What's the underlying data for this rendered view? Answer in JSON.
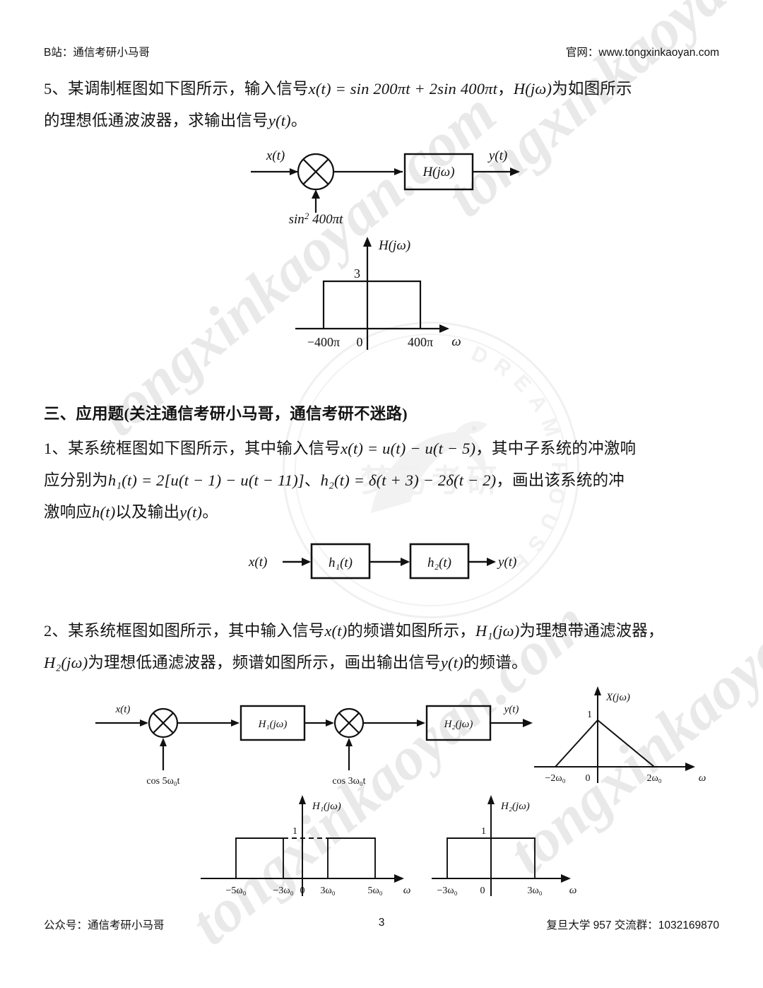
{
  "header": {
    "left": "B站：通信考研小马哥",
    "right": "官网：www.tongxinkaoyan.com"
  },
  "footer": {
    "left": "公众号：通信考研小马哥",
    "page": "3",
    "right": "复旦大学 957 交流群：1032169870"
  },
  "watermark": {
    "diagonal_text": "tongxinkaoyan.com",
    "seal_cn": "梦马考研",
    "seal_ring": "DREAM HOUSE"
  },
  "q5": {
    "line1_a": "5、某调制框图如下图所示，输入信号",
    "line1_math": "x(t) = sin 200πt + 2sin 400πt",
    "line1_b": "，",
    "line1_math2": "H(jω)",
    "line1_c": "为如图所示",
    "line2_a": "的理想低通波波器，求输出信号",
    "line2_math": "y(t)",
    "line2_b": "。",
    "diagram": {
      "input_label": "x(t)",
      "carrier_label": "sin² 400πt",
      "carrier_base": "sin",
      "carrier_exp": "2",
      "carrier_rest": " 400πt",
      "block_label": "H(jω)",
      "output_label": "y(t)"
    },
    "plot": {
      "title": "H(jω)",
      "ylabel_value": "3",
      "xtick_neg": "−400π",
      "xtick_zero": "0",
      "xtick_pos": "400π",
      "xaxis_label": "ω"
    }
  },
  "section3": {
    "title": "三、应用题(关注通信考研小马哥，通信考研不迷路)"
  },
  "q1": {
    "l1_a": "1、某系统框图如下图所示，其中输入信号",
    "l1_m": "x(t) = u(t) − u(t − 5)",
    "l1_b": "，其中子系统的冲激响",
    "l2_a": "应分别为",
    "l2_m1": "h₁(t) = 2[u(t − 1) − u(t − 11)]",
    "l2_b": "、",
    "l2_m2": "h₂(t) = δ(t + 3) − 2δ(t − 2)",
    "l2_c": "，画出该系统的冲",
    "l3_a": "激响应",
    "l3_m1": "h(t)",
    "l3_b": "以及输出",
    "l3_m2": "y(t)",
    "l3_c": "。",
    "diagram": {
      "input_label": "x(t)",
      "block1_label": "h₁(t)",
      "block2_label": "h₂(t)",
      "output_label": "y(t)"
    }
  },
  "q2": {
    "l1_a": "2、某系统框图如图所示，其中输入信号",
    "l1_m": "x(t)",
    "l1_b": "的频谱如图所示，",
    "l1_m2": "H₁(jω)",
    "l1_c": "为理想带通滤波器，",
    "l2_m1": "H₂(jω)",
    "l2_a": "为理想低通滤波器，频谱如图所示，画出输出信号",
    "l2_m2": "y(t)",
    "l2_b": "的频谱。",
    "diagram": {
      "input_label": "x(t)",
      "carrier1_label": "cos 5ω₀t",
      "block1_label": "H₁(jω)",
      "carrier2_label": "cos 3ω₀t",
      "block2_label": "H₂(jω)",
      "output_label": "y(t)"
    },
    "plot_x": {
      "title": "X(jω)",
      "peak_value": "1",
      "xtick_neg": "−2ω₀",
      "xtick_zero": "0",
      "xtick_pos": "2ω₀",
      "xaxis_label": "ω"
    },
    "plot_h1": {
      "title": "H₁(jω)",
      "amp_value": "1",
      "xtick_n5": "−5ω₀",
      "xtick_n3": "−3ω₀",
      "xtick_zero": "0",
      "xtick_p3": "3ω₀",
      "xtick_p5": "5ω₀",
      "xaxis_label": "ω"
    },
    "plot_h2": {
      "title": "H₂(jω)",
      "amp_value": "1",
      "xtick_neg": "−3ω₀",
      "xtick_zero": "0",
      "xtick_pos": "3ω₀",
      "xaxis_label": "ω"
    }
  },
  "chart_data": [
    {
      "type": "line",
      "title": "H(jω)",
      "xlabel": "ω",
      "ylabel": "H(jω)",
      "description": "Ideal lowpass filter, magnitude 3, passband −400π to 400π",
      "x": [
        -400,
        -400,
        400,
        400
      ],
      "y": [
        0,
        3,
        3,
        0
      ],
      "xticks": [
        -400,
        0,
        400
      ],
      "xticklabels": [
        "−400π",
        "0",
        "400π"
      ],
      "yticks": [
        3
      ],
      "yticklabels": [
        "3"
      ],
      "grid": false
    },
    {
      "type": "line",
      "title": "X(jω)",
      "xlabel": "ω",
      "ylabel": "X(jω)",
      "description": "Triangular spectrum, peak 1 at ω=0, base −2ω₀ to 2ω₀",
      "x": [
        -2,
        0,
        2
      ],
      "y": [
        0,
        1,
        0
      ],
      "xticks": [
        -2,
        0,
        2
      ],
      "xticklabels": [
        "−2ω₀",
        "0",
        "2ω₀"
      ],
      "yticks": [
        1
      ],
      "yticklabels": [
        "1"
      ],
      "grid": false
    },
    {
      "type": "line",
      "title": "H₁(jω)",
      "xlabel": "ω",
      "ylabel": "H₁(jω)",
      "description": "Ideal bandpass filter, magnitude 1, passbands −5ω₀ to −3ω₀ and 3ω₀ to 5ω₀",
      "x": [
        -5,
        -5,
        -3,
        -3,
        3,
        3,
        5,
        5
      ],
      "y": [
        0,
        1,
        1,
        0,
        0,
        1,
        1,
        0
      ],
      "xticks": [
        -5,
        -3,
        0,
        3,
        5
      ],
      "xticklabels": [
        "−5ω₀",
        "−3ω₀",
        "0",
        "3ω₀",
        "5ω₀"
      ],
      "yticks": [
        1
      ],
      "yticklabels": [
        "1"
      ],
      "grid": false
    },
    {
      "type": "line",
      "title": "H₂(jω)",
      "xlabel": "ω",
      "ylabel": "H₂(jω)",
      "description": "Ideal lowpass filter, magnitude 1, passband −3ω₀ to 3ω₀",
      "x": [
        -3,
        -3,
        3,
        3
      ],
      "y": [
        0,
        1,
        1,
        0
      ],
      "xticks": [
        -3,
        0,
        3
      ],
      "xticklabels": [
        "−3ω₀",
        "0",
        "3ω₀"
      ],
      "yticks": [
        1
      ],
      "yticklabels": [
        "1"
      ],
      "grid": false
    }
  ]
}
